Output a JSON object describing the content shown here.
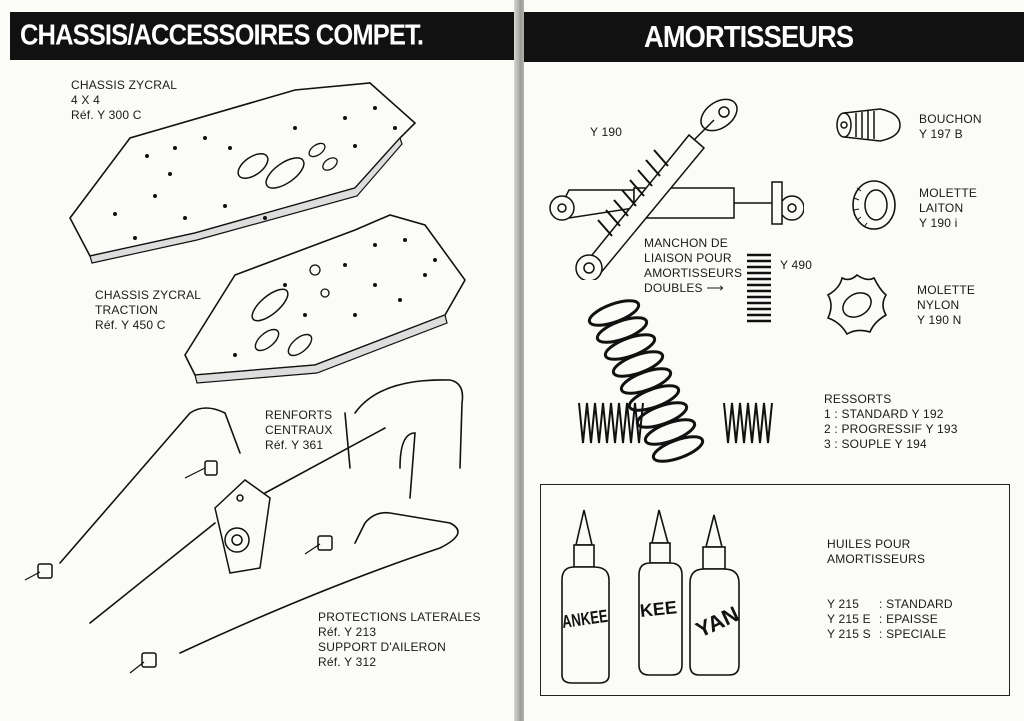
{
  "left_page": {
    "banner": "CHASSIS/ACCESSOIRES COMPET.",
    "chassis_4x4": {
      "line1": "CHASSIS ZYCRAL",
      "line2": "4 X 4",
      "line3": "Réf. Y 300 C"
    },
    "chassis_traction": {
      "line1": "CHASSIS ZYCRAL",
      "line2": "TRACTION",
      "line3": "Réf. Y 450 C"
    },
    "renforts": {
      "line1": "RENFORTS",
      "line2": "CENTRAUX",
      "line3": "Réf. Y 361"
    },
    "protections": {
      "line1": "PROTECTIONS LATERALES",
      "line2": "Réf. Y 213",
      "line3": "SUPPORT D'AILERON",
      "line4": "Réf. Y 312"
    }
  },
  "right_page": {
    "banner": "AMORTISSEURS",
    "shock_ref": "Y 190",
    "manchon": {
      "line1": "MANCHON DE",
      "line2": "LIAISON POUR",
      "line3": "AMORTISSEURS",
      "line4": "DOUBLES",
      "ref": "Y 490"
    },
    "bouchon": {
      "line1": "BOUCHON",
      "line2": "Y 197 B"
    },
    "molette_laiton": {
      "line1": "MOLETTE",
      "line2": "LAITON",
      "line3": "Y 190 i"
    },
    "molette_nylon": {
      "line1": "MOLETTE",
      "line2": "NYLON",
      "line3": "Y 190 N"
    },
    "ressorts": {
      "title": "RESSORTS",
      "item1": "1 : STANDARD Y 192",
      "item2": "2 : PROGRESSIF Y 193",
      "item3": "3 : SOUPLE Y 194"
    },
    "huiles": {
      "line1": "HUILES POUR",
      "line2": "AMORTISSEURS",
      "item1_ref": "Y 215",
      "item1_desc": ": STANDARD",
      "item2_ref": "Y 215 E",
      "item2_desc": ": EPAISSE",
      "item3_ref": "Y 215 S",
      "item3_desc": ": SPECIALE",
      "bottle1_text": "ANKEE",
      "bottle2_text": "KEE",
      "bottle3_text": "YAN"
    }
  }
}
